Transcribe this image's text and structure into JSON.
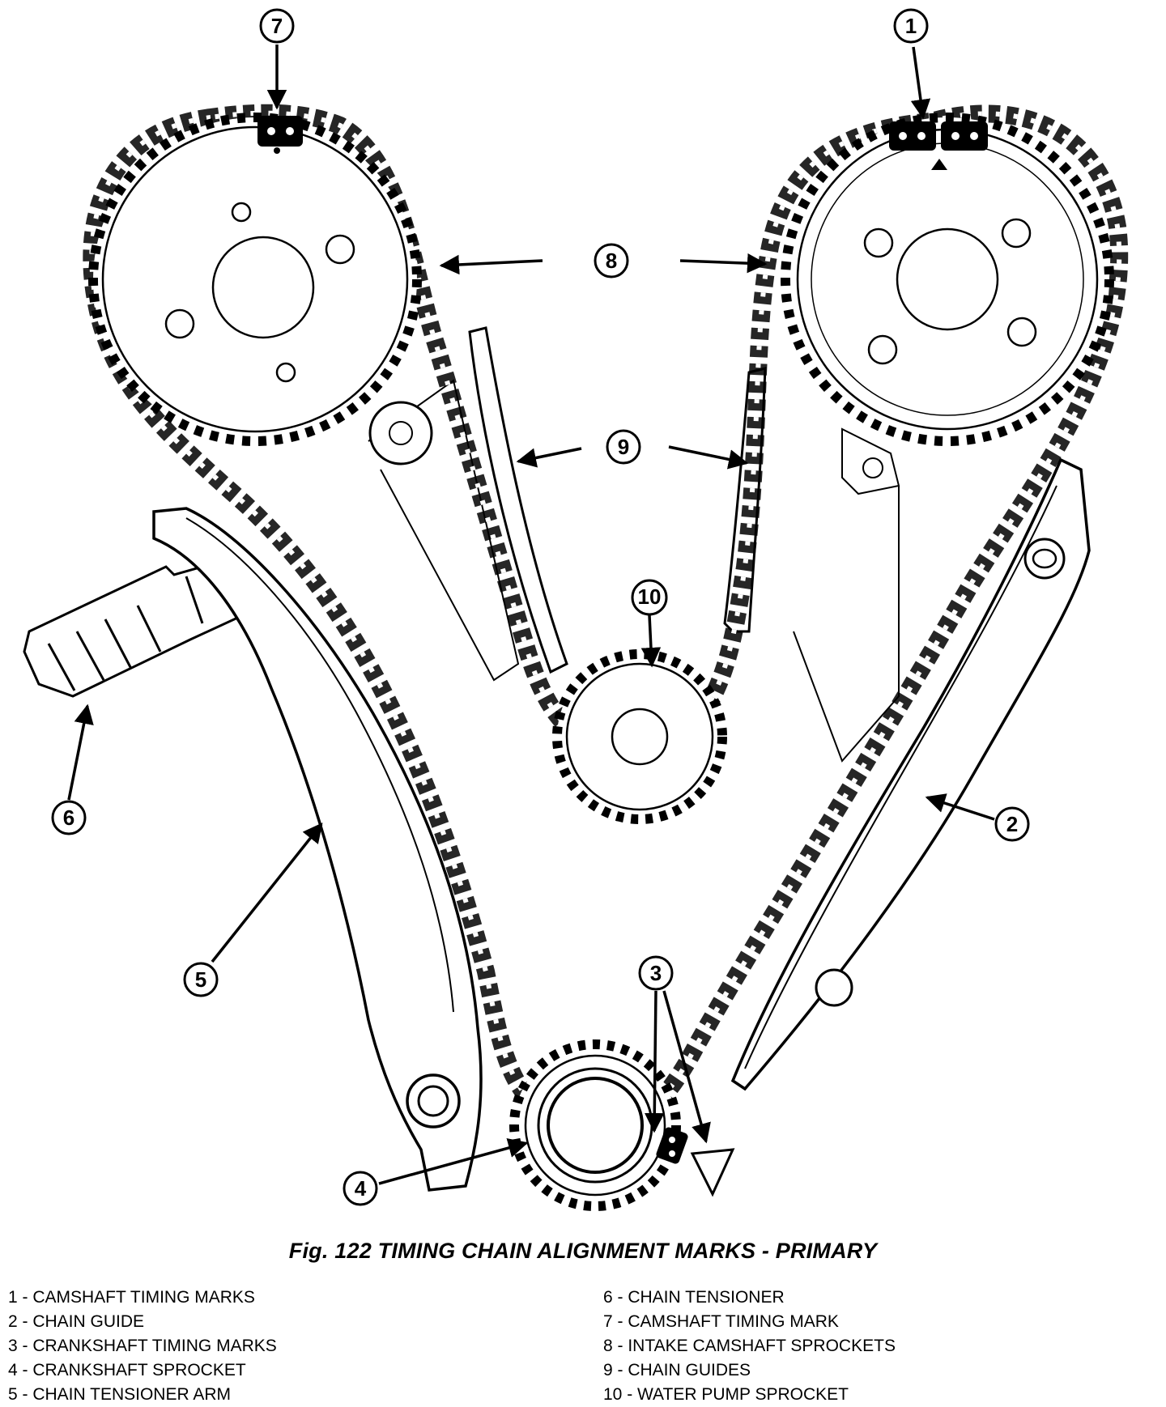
{
  "callouts": [
    "1",
    "2",
    "3",
    "4",
    "5",
    "6",
    "7",
    "8",
    "9",
    "10"
  ],
  "caption": "Fig. 122 TIMING CHAIN ALIGNMENT MARKS - PRIMARY",
  "legend": {
    "left": [
      "1 - CAMSHAFT TIMING MARKS",
      "2 - CHAIN GUIDE",
      "3 - CRANKSHAFT TIMING MARKS",
      "4 - CRANKSHAFT SPROCKET",
      "5 - CHAIN TENSIONER ARM"
    ],
    "right": [
      "6 - CHAIN TENSIONER",
      "7 - CAMSHAFT TIMING MARK",
      "8 - INTAKE CAMSHAFT SPROCKETS",
      "9 - CHAIN GUIDES",
      "10 - WATER PUMP SPROCKET"
    ]
  }
}
